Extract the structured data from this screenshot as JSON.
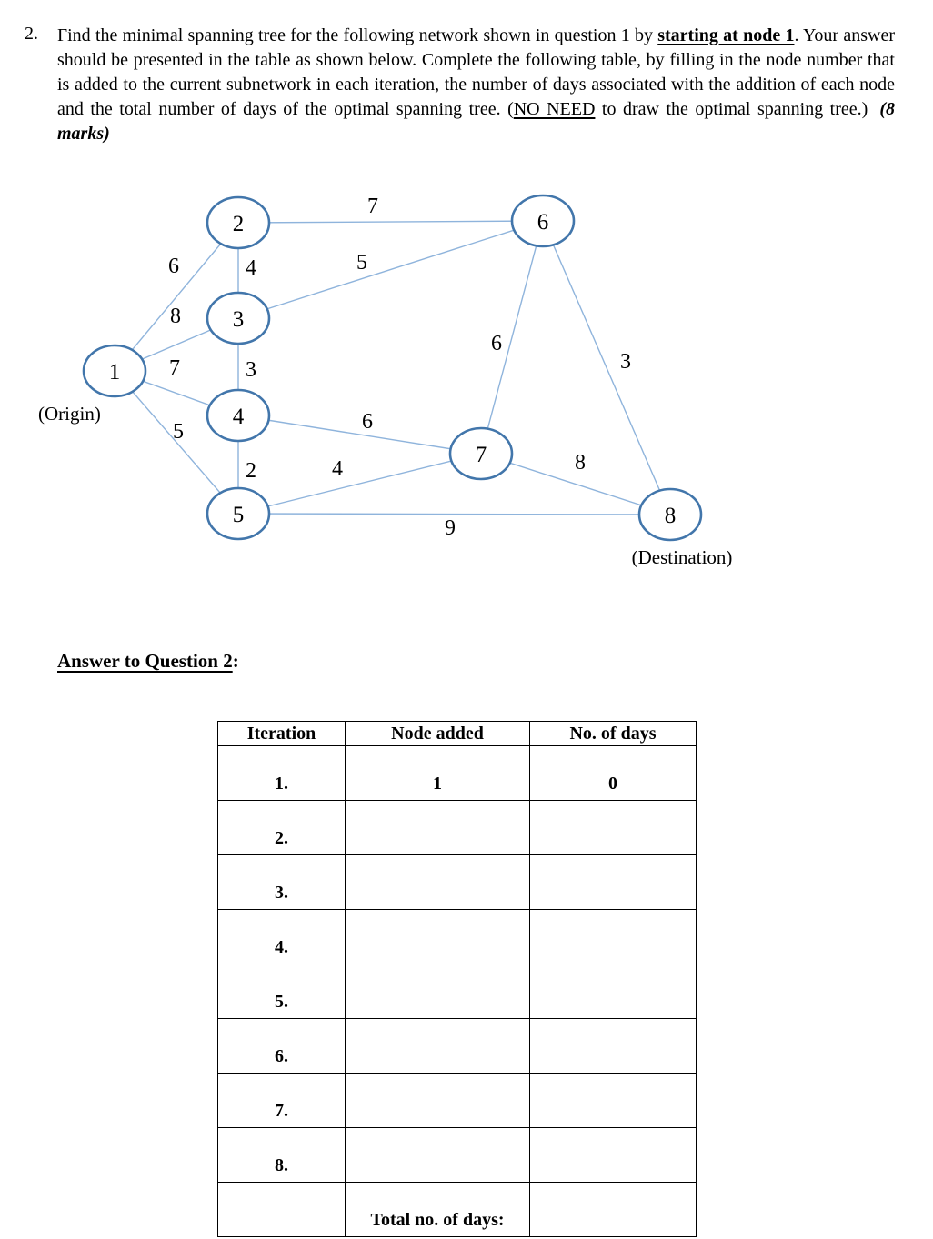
{
  "question": {
    "number": "2.",
    "text1": "Find the minimal spanning tree for the following network shown in question 1 by ",
    "emph_start_node": "starting at node 1",
    "text2": ". Your answer should be presented in the table as shown below. Complete the following table, by filling in the node number that is added to the current subnetwork in each iteration, the number of days associated with the addition of each node and the total number of days of the optimal spanning tree. (",
    "emph_no_need": "NO NEED",
    "text3": " to draw the optimal spanning tree.)",
    "marks": "(8 marks)"
  },
  "graph": {
    "origin_label": "(Origin)",
    "destination_label": "(Destination)",
    "colors": {
      "node_stroke": "#4276ab",
      "edge_stroke": "#8fb4dc",
      "text": "#000000"
    },
    "nodes": [
      {
        "id": "1",
        "label": "1"
      },
      {
        "id": "2",
        "label": "2"
      },
      {
        "id": "3",
        "label": "3"
      },
      {
        "id": "4",
        "label": "4"
      },
      {
        "id": "5",
        "label": "5"
      },
      {
        "id": "6",
        "label": "6"
      },
      {
        "id": "7",
        "label": "7"
      },
      {
        "id": "8",
        "label": "8"
      }
    ],
    "edges": [
      {
        "from": "1",
        "to": "2",
        "weight": "6"
      },
      {
        "from": "1",
        "to": "3",
        "weight": "8"
      },
      {
        "from": "1",
        "to": "4",
        "weight": "7"
      },
      {
        "from": "1",
        "to": "5",
        "weight": "5"
      },
      {
        "from": "2",
        "to": "3",
        "weight": "4"
      },
      {
        "from": "2",
        "to": "6",
        "weight": "7"
      },
      {
        "from": "3",
        "to": "6",
        "weight": "5"
      },
      {
        "from": "3",
        "to": "4",
        "weight": "3"
      },
      {
        "from": "4",
        "to": "5",
        "weight": "2"
      },
      {
        "from": "4",
        "to": "7",
        "weight": "6"
      },
      {
        "from": "5",
        "to": "7",
        "weight": "4"
      },
      {
        "from": "5",
        "to": "8",
        "weight": "9"
      },
      {
        "from": "6",
        "to": "7",
        "weight": "6"
      },
      {
        "from": "6",
        "to": "8",
        "weight": "3"
      },
      {
        "from": "7",
        "to": "8",
        "weight": "8"
      }
    ]
  },
  "answer": {
    "heading": "Answer to Question 2",
    "heading_colon": ":",
    "table": {
      "headers": [
        "Iteration",
        "Node added",
        "No. of days"
      ],
      "rows": [
        {
          "iteration": "1.",
          "node": "1",
          "days": "0"
        },
        {
          "iteration": "2.",
          "node": "",
          "days": ""
        },
        {
          "iteration": "3.",
          "node": "",
          "days": ""
        },
        {
          "iteration": "4.",
          "node": "",
          "days": ""
        },
        {
          "iteration": "5.",
          "node": "",
          "days": ""
        },
        {
          "iteration": "6.",
          "node": "",
          "days": ""
        },
        {
          "iteration": "7.",
          "node": "",
          "days": ""
        },
        {
          "iteration": "8.",
          "node": "",
          "days": ""
        },
        {
          "iteration": "",
          "node": "Total no. of days:",
          "days": ""
        }
      ]
    }
  }
}
